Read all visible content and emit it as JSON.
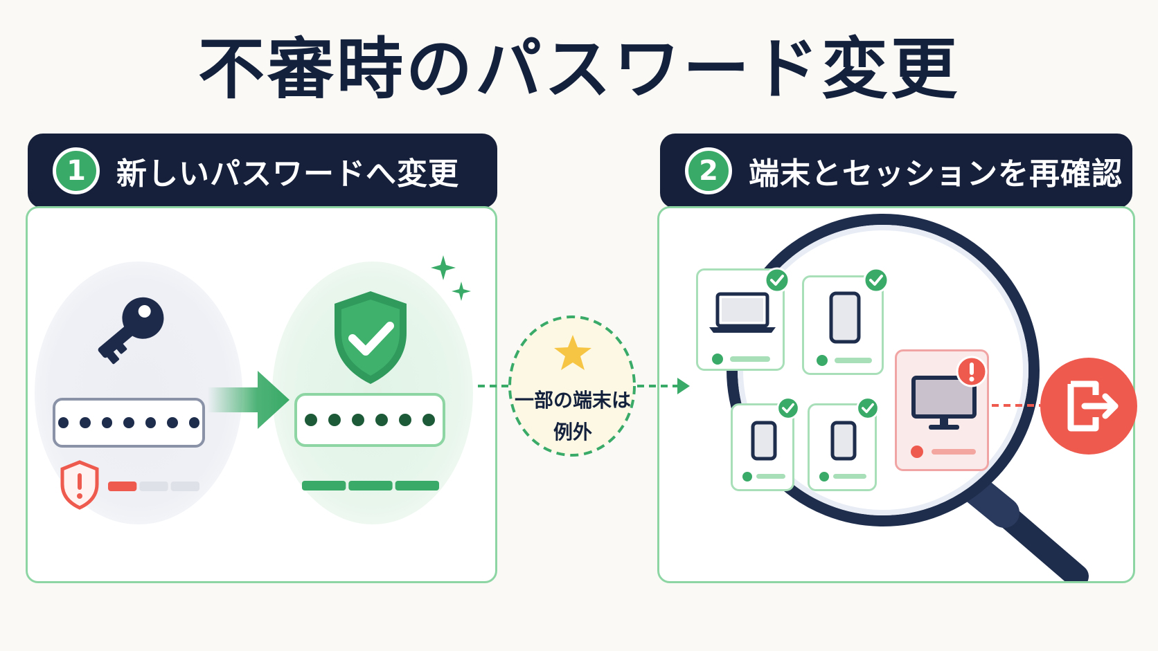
{
  "title": "不審時のパスワード変更",
  "step1": {
    "number": "1",
    "label": "新しいパスワードへ変更"
  },
  "step2": {
    "number": "2",
    "label": "端末とセッションを再確認"
  },
  "connector": {
    "line1": "一部の端末は",
    "line2": "例外"
  },
  "old_password": {
    "masked_length": 7,
    "strength_level": 1,
    "strength_segments": 3
  },
  "new_password": {
    "masked_length": 6,
    "strength_level": 3,
    "strength_segments": 3
  },
  "devices": [
    {
      "type": "laptop",
      "status": "verified"
    },
    {
      "type": "phone",
      "status": "verified"
    },
    {
      "type": "phone",
      "status": "verified"
    },
    {
      "type": "phone",
      "status": "verified"
    },
    {
      "type": "monitor",
      "status": "flagged"
    }
  ],
  "icons": {
    "key": "key-icon",
    "shield": "shield-check-icon",
    "warning": "warning-shield-icon",
    "star": "star-icon",
    "magnifier": "magnifying-glass-icon",
    "logout": "logout-icon"
  },
  "colors": {
    "navy": "#16203a",
    "green": "#3aaa68",
    "green_light": "#8dd6a4",
    "red": "#ef5a4f",
    "yellow": "#f6c544",
    "background": "#faf9f5"
  }
}
